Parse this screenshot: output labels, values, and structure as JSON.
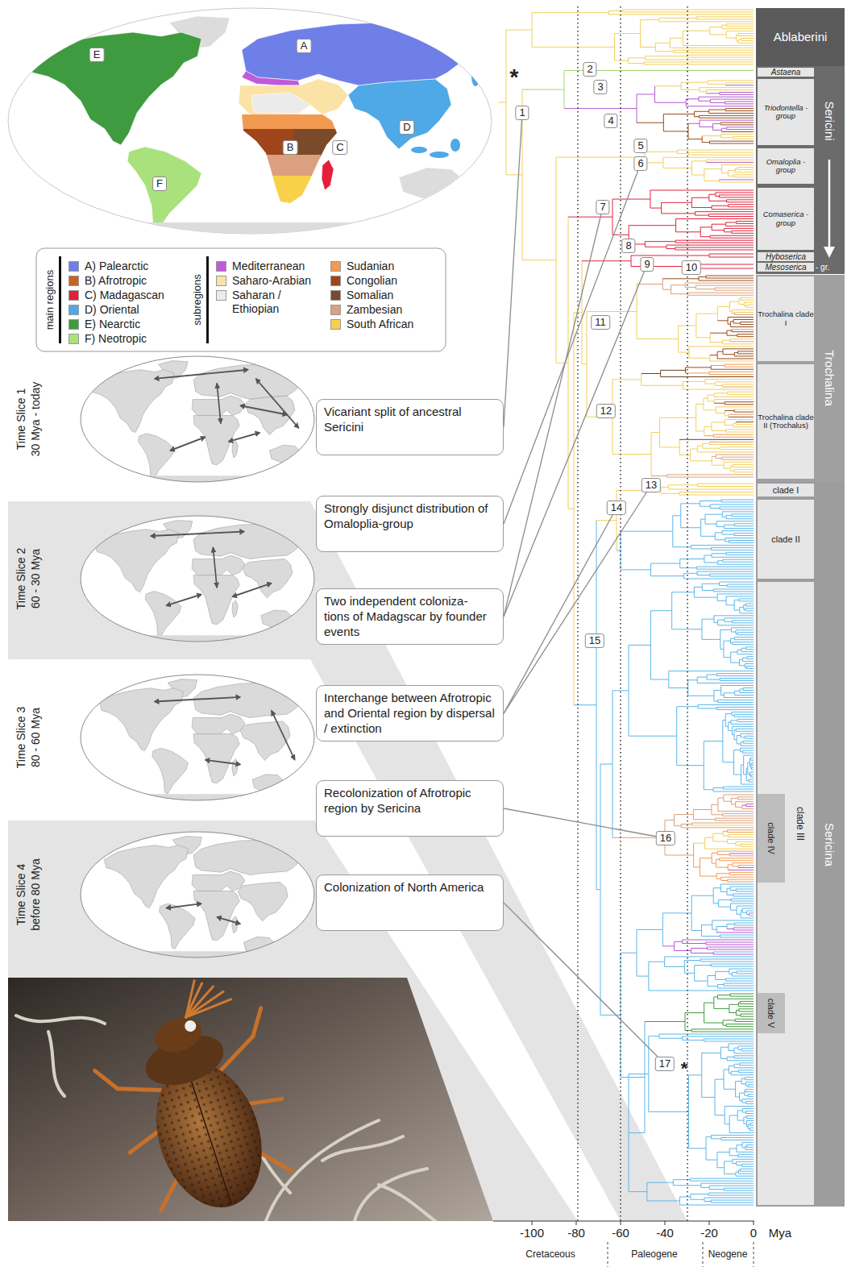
{
  "diagram": {
    "nodes": [
      {
        "text": [
          "A"
        ]
      },
      {
        "text": [
          "B"
        ]
      },
      {
        "text": [
          "C"
        ]
      },
      {
        "text": [
          "D"
        ]
      },
      {
        "text": [
          "E"
        ]
      },
      {
        "text": [
          "F"
        ]
      },
      {
        "text": [
          "Vicariant split of ancestral Sericini"
        ]
      },
      {
        "text": [
          "Strongly disjunct distribution of Omaloplia-group"
        ]
      },
      {
        "text": [
          "Two independent coloniza- tions of Madagscar by founder events"
        ]
      },
      {
        "text": [
          "Interchange between Afrotropic and Oriental region by dispersal / extinction"
        ]
      },
      {
        "text": [
          "Recolonization of Afrotropic region by Sericina"
        ]
      },
      {
        "text": [
          "Colonization of North America"
        ]
      },
      {
        "text": [
          "1"
        ]
      },
      {
        "text": [
          "2"
        ]
      },
      {
        "text": [
          "3"
        ]
      },
      {
        "text": [
          "4"
        ]
      },
      {
        "text": [
          "5"
        ]
      },
      {
        "text": [
          "6"
        ]
      },
      {
        "text": [
          "7"
        ]
      },
      {
        "text": [
          "8"
        ]
      },
      {
        "text": [
          "9"
        ]
      },
      {
        "text": [
          "10"
        ]
      },
      {
        "text": [
          "11"
        ]
      },
      {
        "text": [
          "12"
        ]
      },
      {
        "text": [
          "13"
        ]
      },
      {
        "text": [
          "14"
        ]
      },
      {
        "text": [
          "15"
        ]
      },
      {
        "text": [
          "16"
        ]
      },
      {
        "text": [
          "17"
        ]
      },
      {
        "text": [
          "Ablaberini"
        ]
      },
      {
        "text": [
          "Sericini"
        ]
      },
      {
        "text": [
          "Astaena"
        ],
        "in": 30
      },
      {
        "text": [
          "Triodontella - group"
        ],
        "in": 30
      },
      {
        "text": [
          "Omaloplia - group"
        ],
        "in": 30
      },
      {
        "text": [
          "Comaserica - group"
        ],
        "in": 30
      },
      {
        "text": [
          "Hyboserica"
        ],
        "in": 30
      },
      {
        "text": [
          "Mesoserica",
          "- gr."
        ],
        "in": 30
      },
      {
        "text": [
          "Trochalina"
        ]
      },
      {
        "text": [
          "Trochalina clade I"
        ],
        "in": 37
      },
      {
        "text": [
          "Trochalina clade II (Trochalus)"
        ],
        "in": 37
      },
      {
        "text": [
          "Sericina"
        ]
      },
      {
        "text": [
          "clade I"
        ],
        "in": 40
      },
      {
        "text": [
          "clade II"
        ],
        "in": 40
      },
      {
        "text": [
          "clade III"
        ],
        "in": 40
      },
      {
        "text": [
          "clade IV"
        ],
        "in": 43
      },
      {
        "text": [
          "clade V"
        ],
        "in": 43
      }
    ],
    "edges": [
      {
        "from": 6,
        "to": 12,
        "arrow": "none"
      },
      {
        "from": 7,
        "to": 17,
        "arrow": "none"
      },
      {
        "from": 8,
        "to": 18,
        "arrow": "none"
      },
      {
        "from": 8,
        "to": 20,
        "arrow": "none"
      },
      {
        "from": 9,
        "to": 24,
        "arrow": "none"
      },
      {
        "from": 9,
        "to": 25,
        "arrow": "none"
      },
      {
        "from": 10,
        "to": 27,
        "arrow": "none"
      },
      {
        "from": 11,
        "to": 28,
        "arrow": "none"
      }
    ],
    "labels": [
      "main regions",
      "subregions",
      "Time Slice 1",
      "30 Mya - today",
      "Time Slice 2",
      "60 - 30 Mya",
      "Time Slice 3",
      "80 - 60 Mya",
      "Time Slice 4",
      "before 80 Mya",
      "*",
      "*",
      "-100",
      "-80",
      "-60",
      "-40",
      "-20",
      "0",
      "Mya",
      "Cretaceous",
      "Paleogene",
      "Neogene"
    ],
    "legend": [
      {
        "text": "A) Palearctic",
        "color": "#6f7fe8"
      },
      {
        "text": "B) Afrotropic",
        "color": "#c8641e"
      },
      {
        "text": "C) Madagascan",
        "color": "#e41f3a"
      },
      {
        "text": "D) Oriental",
        "color": "#4ea9e6"
      },
      {
        "text": "E) Nearctic",
        "color": "#3f9b3f"
      },
      {
        "text": "F) Neotropic",
        "color": "#a9e27c"
      },
      {
        "text": "Mediterranean",
        "color": "#c05ad8"
      },
      {
        "text": "Saharo-Arabian",
        "color": "#fbe3a8"
      },
      {
        "text": "Saharan / Ethiopian",
        "color": "#ebebeb"
      },
      {
        "text": "Sudanian",
        "color": "#f29a52"
      },
      {
        "text": "Congolian",
        "color": "#a0441a"
      },
      {
        "text": "Somalian",
        "color": "#7a4a2a"
      },
      {
        "text": "Zambesian",
        "color": "#dba07e"
      },
      {
        "text": "South African",
        "color": "#f8d04a"
      }
    ]
  }
}
